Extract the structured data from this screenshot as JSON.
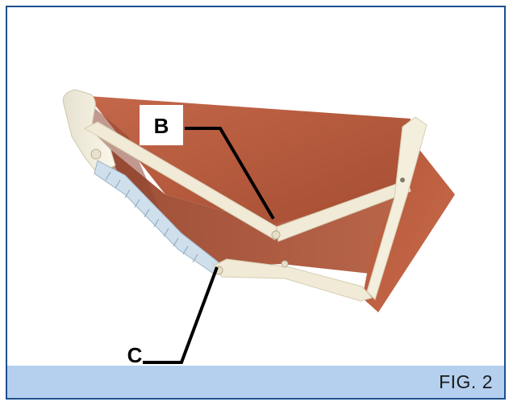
{
  "figure": {
    "caption": "FIG. 2",
    "labels": {
      "b": "B",
      "c": "C"
    }
  },
  "colors": {
    "frame_border": "#1f4e8f",
    "caption_bar": "#b5d0ef",
    "canopy_fabric": "#b65a3c",
    "arm_cream": "#f0ead6",
    "leader_line": "#000000"
  }
}
